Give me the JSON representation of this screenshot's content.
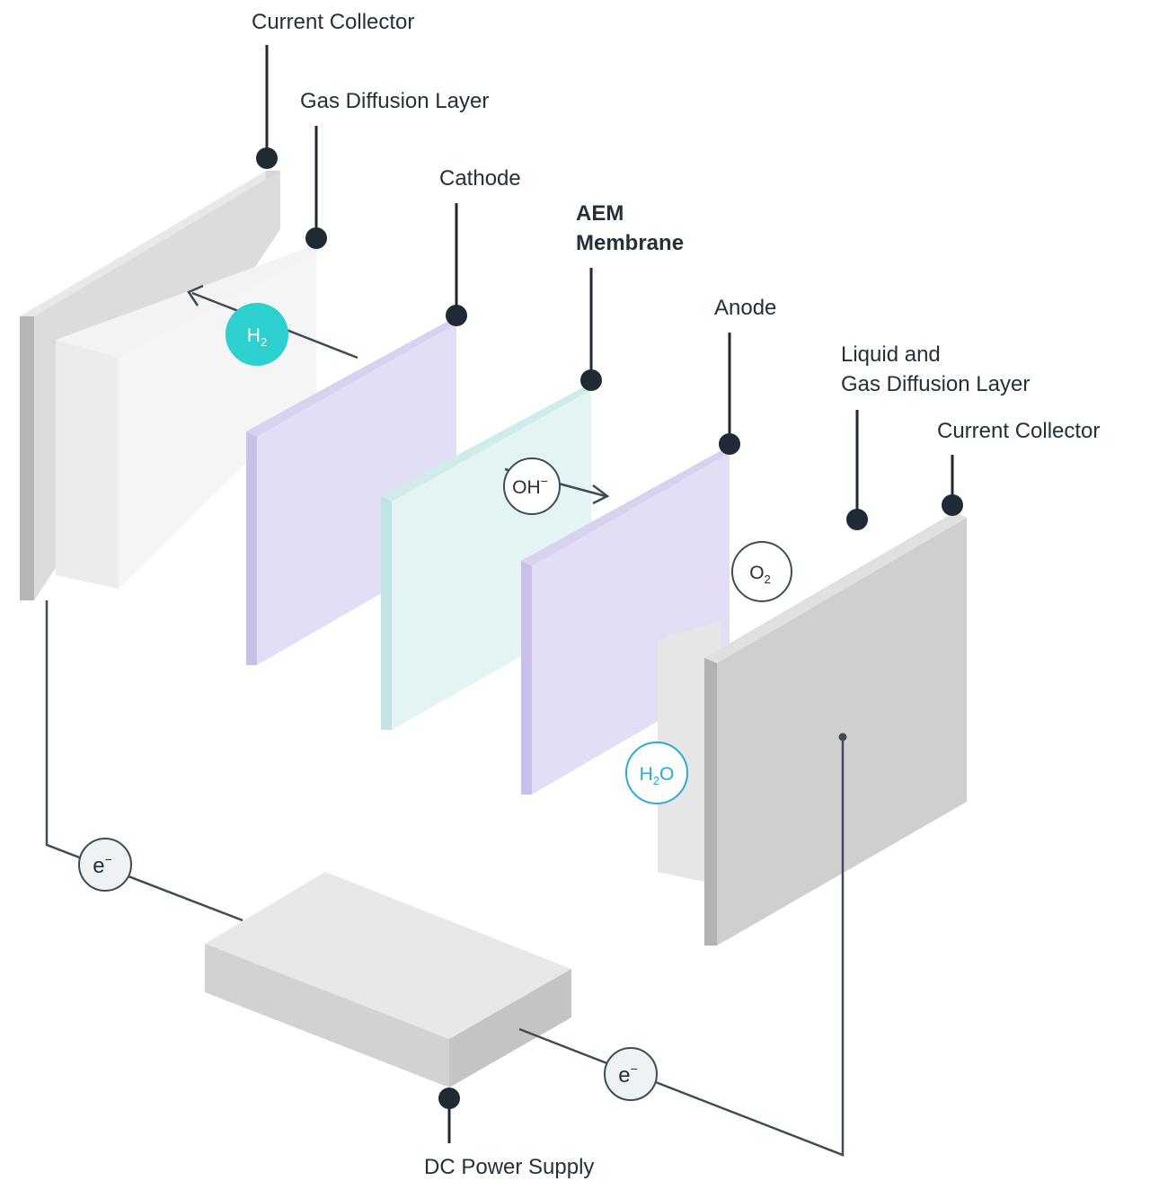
{
  "labels": {
    "current_collector_left": "Current Collector",
    "gas_diffusion_layer": "Gas Diffusion Layer",
    "cathode": "Cathode",
    "aem_line1": "AEM",
    "aem_line2": "Membrane",
    "anode": "Anode",
    "lgdl_line1": "Liquid and",
    "lgdl_line2": "Gas Diffusion Layer",
    "current_collector_right": "Current Collector",
    "dc_power_supply": "DC Power Supply"
  },
  "species": {
    "h2": {
      "main": "H",
      "sub": "2"
    },
    "oh": {
      "main": "OH",
      "sup": "−"
    },
    "o2": {
      "main": "O",
      "sub": "2"
    },
    "h2o": {
      "main": "H",
      "sub": "2",
      "tail": "O"
    },
    "e_left": {
      "main": "e",
      "sup": "−"
    },
    "e_right": {
      "main": "e",
      "sup": "−"
    }
  },
  "colors": {
    "label": "#24303a",
    "leader": "#1f2a34",
    "h2_fill": "#2ecfcf",
    "h2o_accent": "#29a9dc",
    "cathode_face": "#e3def5",
    "cathode_edge": "#c9c0ea",
    "membrane_face": "#e4f4f4",
    "membrane_edge": "#bfe4e2",
    "collector_face": "#cfcfcf",
    "collector_edge": "#b2b2b2",
    "gdl_face": "#efefef"
  }
}
